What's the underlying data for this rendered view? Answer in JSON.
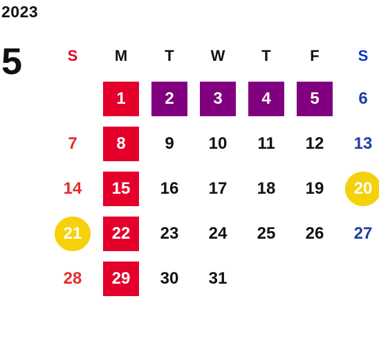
{
  "calendar": {
    "year": "2023",
    "month": "5",
    "weekdays": [
      {
        "label": "S",
        "kind": "sun"
      },
      {
        "label": "M",
        "kind": ""
      },
      {
        "label": "T",
        "kind": ""
      },
      {
        "label": "W",
        "kind": ""
      },
      {
        "label": "T",
        "kind": ""
      },
      {
        "label": "F",
        "kind": ""
      },
      {
        "label": "S",
        "kind": "sat"
      }
    ],
    "weeks": [
      [
        {
          "day": "",
          "style": "empty"
        },
        {
          "day": "1",
          "style": "holiday"
        },
        {
          "day": "2",
          "style": "purple"
        },
        {
          "day": "3",
          "style": "purple"
        },
        {
          "day": "4",
          "style": "purple"
        },
        {
          "day": "5",
          "style": "purple"
        },
        {
          "day": "6",
          "style": "sat"
        }
      ],
      [
        {
          "day": "7",
          "style": "sun"
        },
        {
          "day": "8",
          "style": "holiday"
        },
        {
          "day": "9",
          "style": ""
        },
        {
          "day": "10",
          "style": ""
        },
        {
          "day": "11",
          "style": ""
        },
        {
          "day": "12",
          "style": ""
        },
        {
          "day": "13",
          "style": "sat"
        }
      ],
      [
        {
          "day": "14",
          "style": "sun"
        },
        {
          "day": "15",
          "style": "holiday"
        },
        {
          "day": "16",
          "style": ""
        },
        {
          "day": "17",
          "style": ""
        },
        {
          "day": "18",
          "style": ""
        },
        {
          "day": "19",
          "style": ""
        },
        {
          "day": "20",
          "style": "yellow"
        }
      ],
      [
        {
          "day": "21",
          "style": "yellow"
        },
        {
          "day": "22",
          "style": "holiday"
        },
        {
          "day": "23",
          "style": ""
        },
        {
          "day": "24",
          "style": ""
        },
        {
          "day": "25",
          "style": ""
        },
        {
          "day": "26",
          "style": ""
        },
        {
          "day": "27",
          "style": "sat"
        }
      ],
      [
        {
          "day": "28",
          "style": "sun"
        },
        {
          "day": "29",
          "style": "holiday"
        },
        {
          "day": "30",
          "style": ""
        },
        {
          "day": "31",
          "style": ""
        },
        {
          "day": "",
          "style": "empty"
        },
        {
          "day": "",
          "style": "empty"
        },
        {
          "day": "",
          "style": "empty"
        }
      ]
    ],
    "colors": {
      "sunday": "#e32c2c",
      "saturday": "#1f3f9e",
      "holiday": "#e4002b",
      "purple": "#800080",
      "yellow": "#f5d10a"
    }
  }
}
